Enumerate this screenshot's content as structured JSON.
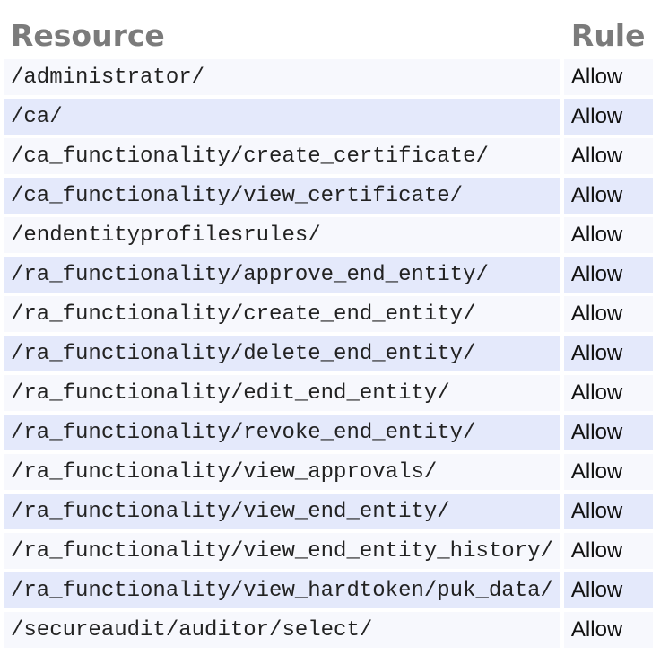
{
  "colors": {
    "page_background": "#ffffff",
    "row_odd": "#f7f8fd",
    "row_even": "#e4e9fb",
    "header_text": "#7b7b7b",
    "resource_text": "#222222",
    "rule_text": "#111111"
  },
  "table": {
    "columns": [
      {
        "key": "resource",
        "label": "Resource"
      },
      {
        "key": "rule",
        "label": "Rule"
      }
    ],
    "rows": [
      {
        "resource": "/administrator/",
        "rule": "Allow"
      },
      {
        "resource": "/ca/",
        "rule": "Allow"
      },
      {
        "resource": "/ca_functionality/create_certificate/",
        "rule": "Allow"
      },
      {
        "resource": "/ca_functionality/view_certificate/",
        "rule": "Allow"
      },
      {
        "resource": "/endentityprofilesrules/",
        "rule": "Allow"
      },
      {
        "resource": "/ra_functionality/approve_end_entity/",
        "rule": "Allow"
      },
      {
        "resource": "/ra_functionality/create_end_entity/",
        "rule": "Allow"
      },
      {
        "resource": "/ra_functionality/delete_end_entity/",
        "rule": "Allow"
      },
      {
        "resource": "/ra_functionality/edit_end_entity/",
        "rule": "Allow"
      },
      {
        "resource": "/ra_functionality/revoke_end_entity/",
        "rule": "Allow"
      },
      {
        "resource": "/ra_functionality/view_approvals/",
        "rule": "Allow"
      },
      {
        "resource": "/ra_functionality/view_end_entity/",
        "rule": "Allow"
      },
      {
        "resource": "/ra_functionality/view_end_entity_history/",
        "rule": "Allow"
      },
      {
        "resource": "/ra_functionality/view_hardtoken/puk_data/",
        "rule": "Allow"
      },
      {
        "resource": "/secureaudit/auditor/select/",
        "rule": "Allow"
      }
    ]
  }
}
